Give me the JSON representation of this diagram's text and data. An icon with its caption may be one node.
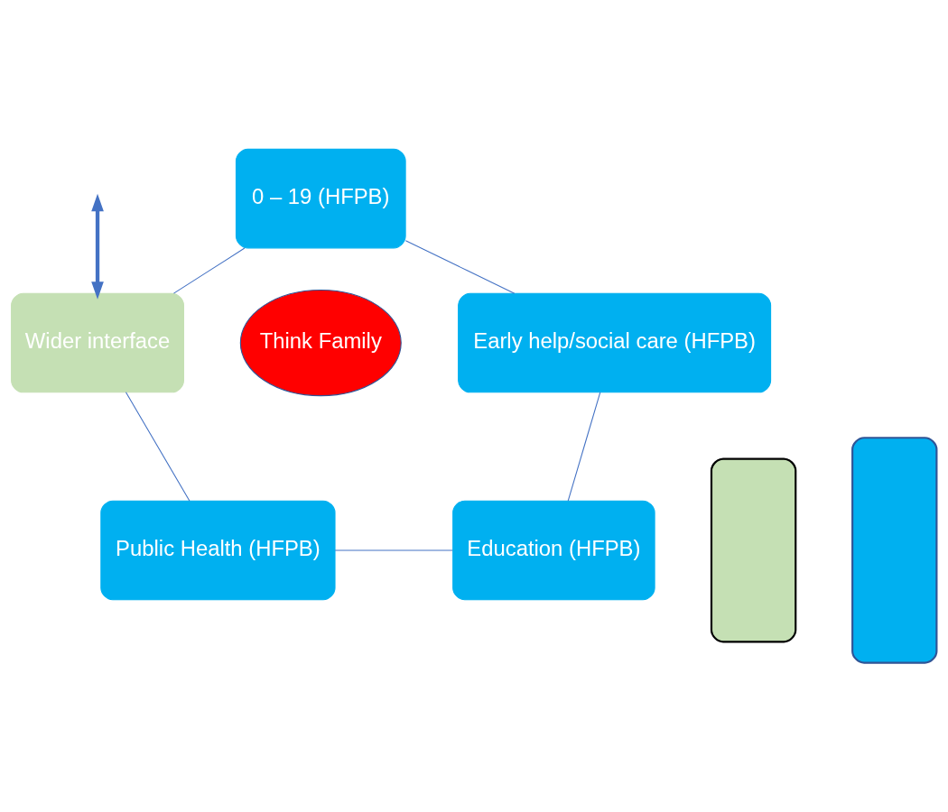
{
  "diagram": {
    "nodes": [
      {
        "text": [
          "0 – 19 (HFPB)"
        ]
      },
      {
        "text": [
          "Early help/social care (HFPB)"
        ]
      },
      {
        "text": [
          "Education (HFPB)"
        ]
      },
      {
        "text": [
          "Public Health (HFPB)"
        ]
      },
      {
        "text": [
          "Wider interface"
        ]
      },
      {
        "text": [
          "Think Family"
        ]
      },
      {
        "text": [],
        "shape": "box"
      },
      {
        "text": [],
        "shape": "box"
      }
    ],
    "edges": [
      {
        "from": 0,
        "to": 1,
        "arrow": "none"
      },
      {
        "from": 1,
        "to": 2,
        "arrow": "none"
      },
      {
        "from": 2,
        "to": 3,
        "arrow": "none"
      },
      {
        "from": 3,
        "to": 4,
        "arrow": "none"
      },
      {
        "from": 4,
        "to": 0,
        "arrow": "none"
      },
      {
        "from": null,
        "to": 4,
        "arrow": "both",
        "style": "thick"
      }
    ]
  }
}
